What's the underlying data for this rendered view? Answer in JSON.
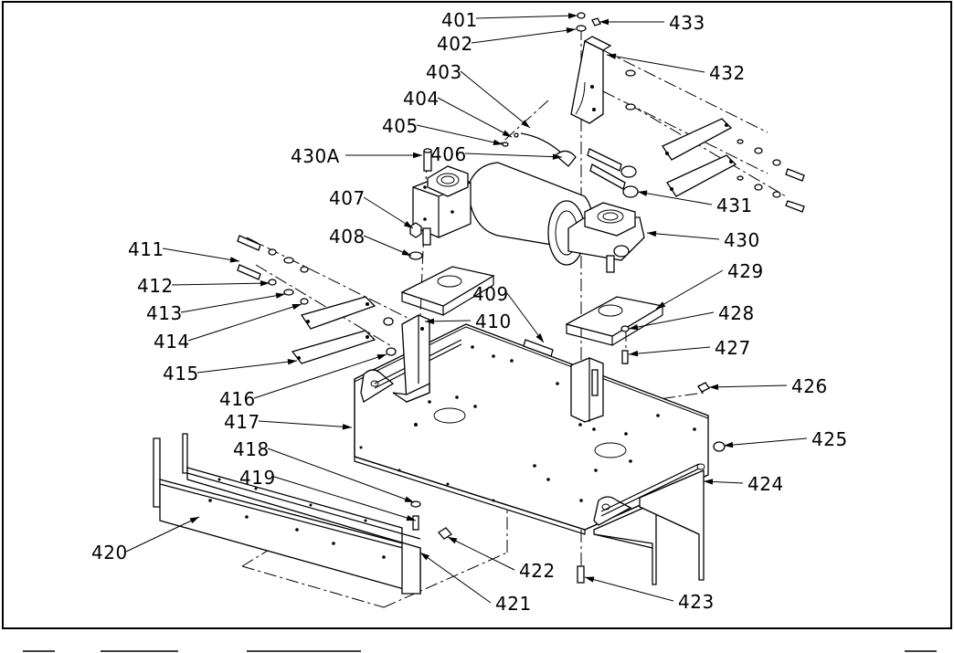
{
  "diagram": {
    "callouts": [
      {
        "id": "401",
        "label": "401"
      },
      {
        "id": "402",
        "label": "402"
      },
      {
        "id": "403",
        "label": "403"
      },
      {
        "id": "404",
        "label": "404"
      },
      {
        "id": "405",
        "label": "405"
      },
      {
        "id": "406",
        "label": "406"
      },
      {
        "id": "407",
        "label": "407"
      },
      {
        "id": "408",
        "label": "408"
      },
      {
        "id": "409",
        "label": "409"
      },
      {
        "id": "410",
        "label": "410"
      },
      {
        "id": "411",
        "label": "411"
      },
      {
        "id": "412",
        "label": "412"
      },
      {
        "id": "413",
        "label": "413"
      },
      {
        "id": "414",
        "label": "414"
      },
      {
        "id": "415",
        "label": "415"
      },
      {
        "id": "416",
        "label": "416"
      },
      {
        "id": "417",
        "label": "417"
      },
      {
        "id": "418",
        "label": "418"
      },
      {
        "id": "419",
        "label": "419"
      },
      {
        "id": "420",
        "label": "420"
      },
      {
        "id": "421",
        "label": "421"
      },
      {
        "id": "422",
        "label": "422"
      },
      {
        "id": "423",
        "label": "423"
      },
      {
        "id": "424",
        "label": "424"
      },
      {
        "id": "425",
        "label": "425"
      },
      {
        "id": "426",
        "label": "426"
      },
      {
        "id": "427",
        "label": "427"
      },
      {
        "id": "428",
        "label": "428"
      },
      {
        "id": "429",
        "label": "429"
      },
      {
        "id": "430",
        "label": "430"
      },
      {
        "id": "430A",
        "label": "430A"
      },
      {
        "id": "431",
        "label": "431"
      },
      {
        "id": "432",
        "label": "432"
      },
      {
        "id": "433",
        "label": "433"
      }
    ]
  }
}
